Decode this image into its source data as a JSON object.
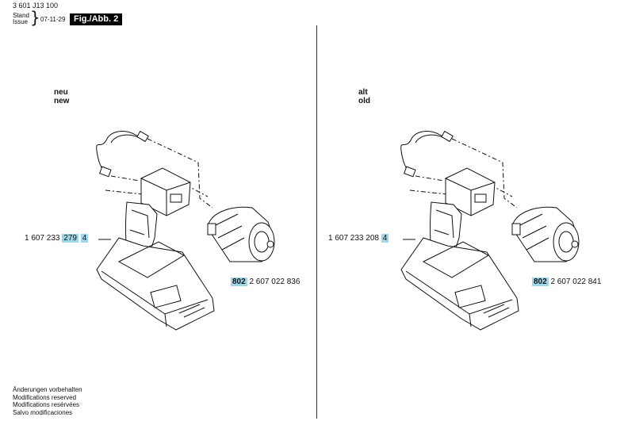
{
  "header": {
    "doc_number": "3 601 J13 100",
    "stand": "Stand",
    "issue": "Issue",
    "date": "07-11-29",
    "figure": "Fig./Abb. 2"
  },
  "left_panel": {
    "label_line1": "neu",
    "label_line2": "new",
    "part_prefix": "1 607 233",
    "part_suffix": "279",
    "part_ref": "4",
    "motor_ref": "802",
    "motor_part": "2 607 022 836"
  },
  "right_panel": {
    "label_line1": "alt",
    "label_line2": "old",
    "part_number": "1 607 233 208",
    "part_ref": "4",
    "motor_ref": "802",
    "motor_part": "2 607 022 841"
  },
  "footer": {
    "line1": "Änderungen vorbehalten",
    "line2": "Modifications reserved",
    "line3": "Modifications resérvées",
    "line4": "Salvo modificaciones"
  }
}
